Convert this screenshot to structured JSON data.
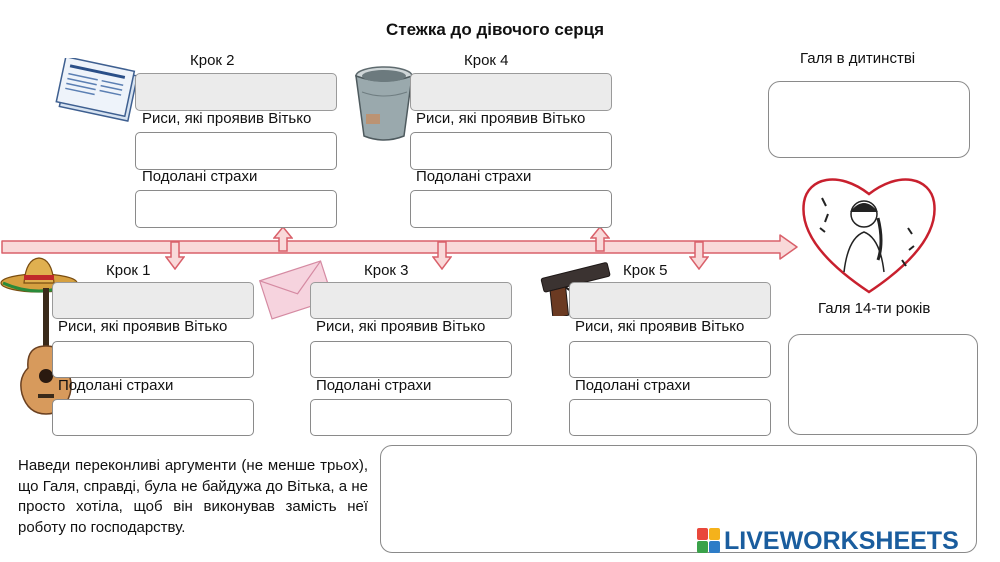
{
  "title": "Стежка до дівочого серця",
  "labels": {
    "traits": "Риси, які проявив Вітько",
    "fears": "Подолані страхи"
  },
  "steps": [
    {
      "id": 2,
      "label": "Крок 2"
    },
    {
      "id": 4,
      "label": "Крок 4"
    },
    {
      "id": 1,
      "label": "Крок 1"
    },
    {
      "id": 3,
      "label": "Крок 3"
    },
    {
      "id": 5,
      "label": "Крок 5"
    }
  ],
  "galya_childhood": "Галя в дитинстві",
  "galya_14": "Галя 14-ти років",
  "task_text": "Наведи переконливі аргументи (не менше трьох), що Галя, справді, була не байдужа до Вітька, а не просто хотіла, щоб він виконував замість неї роботу по господарству.",
  "logo": {
    "text": "LIVEWORKSHEETS",
    "color": "#1a5d9e"
  },
  "colors": {
    "arrow_fill": "#f9d9d9",
    "arrow_stroke": "#d9606a",
    "heart": "#c8202e"
  }
}
